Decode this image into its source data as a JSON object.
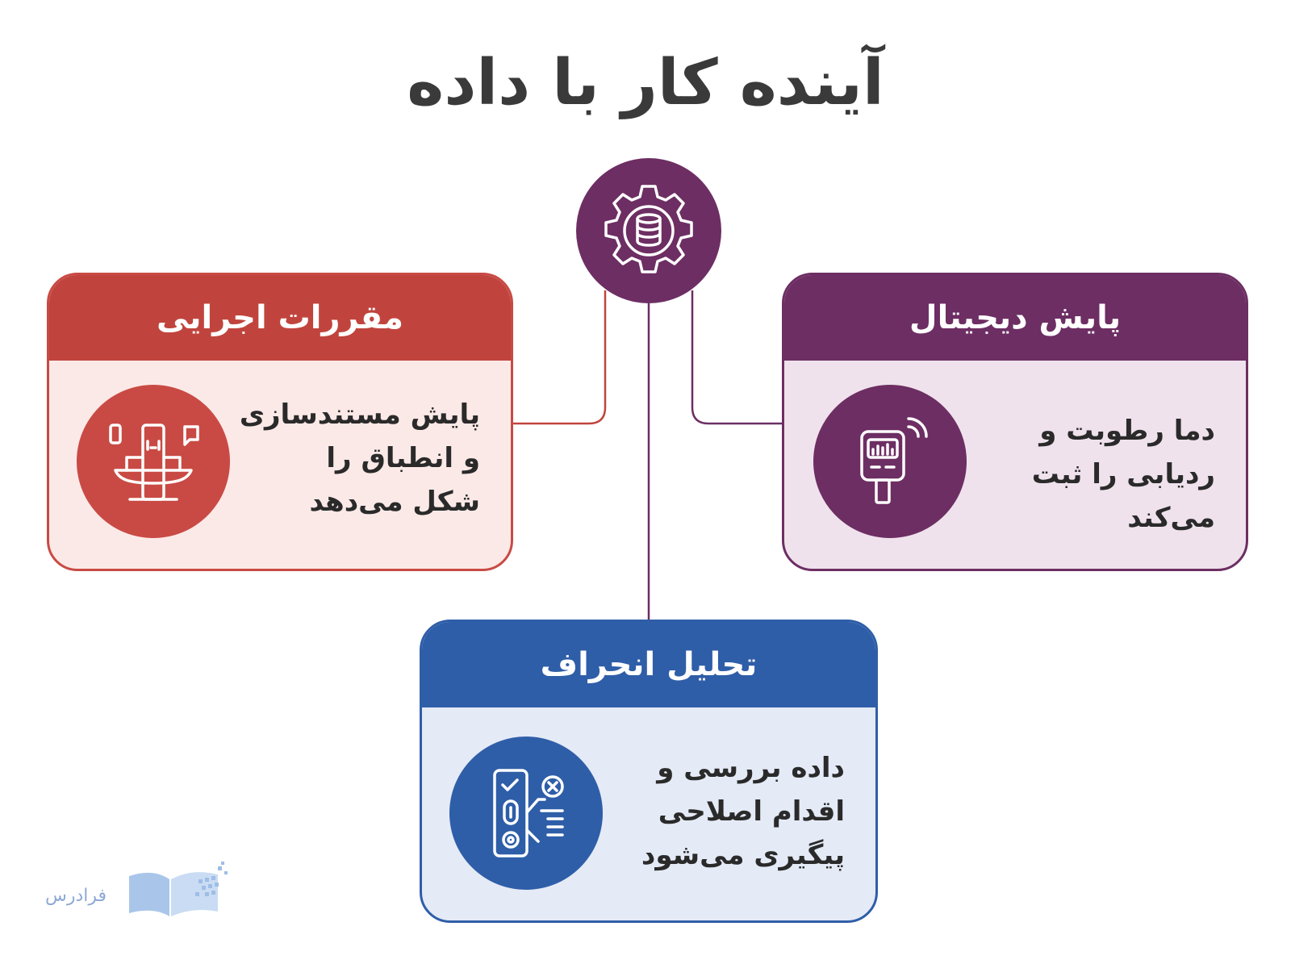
{
  "title": "آینده کار با داده",
  "hub": {
    "icon": "gear-database-icon"
  },
  "cards": {
    "regs": {
      "title": "مقررات اجرایی",
      "lines": [
        "پایش مستندسازی",
        "و انطباق را",
        "شکل می‌دهد"
      ],
      "icon": "pharmacy-compliance-icon",
      "color": "#c0443d"
    },
    "monitor": {
      "title": "پایش دیجیتال",
      "lines": [
        "دما رطوبت و",
        "ردیابی را ثبت",
        "می‌کند"
      ],
      "icon": "wireless-sensor-icon",
      "color": "#6d2e63"
    },
    "deviation": {
      "title": "تحلیل انحراف",
      "lines": [
        "داده بررسی و",
        "اقدام اصلاحی",
        "پیگیری می‌شود"
      ],
      "icon": "checklist-analysis-icon",
      "color": "#2f5ea8"
    }
  },
  "logo": {
    "text": "فرادرس",
    "icon": "open-book-logo-icon"
  }
}
